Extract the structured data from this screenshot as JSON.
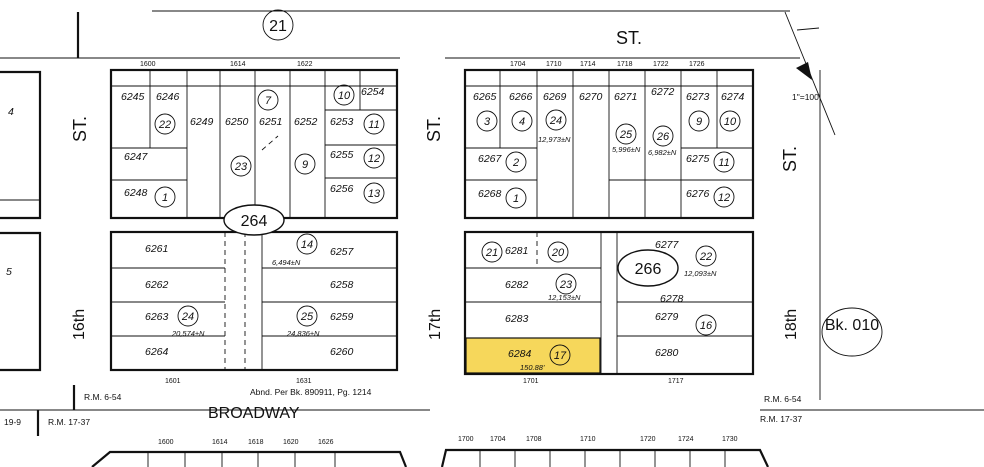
{
  "map": {
    "highlight_color": "#f6d75b",
    "page_number": "21",
    "book_ref": "Bk. 010",
    "scale": "1\"=100'",
    "blocks": [
      "264",
      "266"
    ],
    "streets": {
      "st_top": "ST.",
      "sixteenth": "16th",
      "seventeenth": "17th",
      "eighteenth": "18th",
      "st_left": "ST.",
      "st_mid": "ST.",
      "st_right": "ST.",
      "broadway": "BROADWAY"
    },
    "refs": {
      "rm_left_1": "R.M. 6-54",
      "rm_left_2": "R.M. 17-37",
      "rm_right_1": "R.M. 6-54",
      "rm_right_2": "R.M. 17-37",
      "rm_19_9": "19-9",
      "abnd": "Abnd. Per Bk. 890911, Pg. 1214"
    },
    "left_edge_parcels": [
      "4",
      "5"
    ],
    "highlighted_parcel": {
      "lot": "6284",
      "parcel": "17",
      "dim": "150.88'"
    },
    "block264": {
      "addr_top": [
        "1600",
        "1614",
        "1622"
      ],
      "addr_bottom": [
        "1601",
        "1631"
      ],
      "lots": [
        "6245",
        "6246",
        "6249",
        "6250",
        "6251",
        "6252",
        "6253",
        "6254",
        "6247",
        "6255",
        "6248",
        "6256",
        "6261",
        "6257",
        "6262",
        "6258",
        "6263",
        "6259",
        "6264",
        "6260"
      ],
      "parcels": [
        "22",
        "7",
        "10",
        "11",
        "23",
        "9",
        "12",
        "1",
        "13",
        "14",
        "24",
        "25"
      ],
      "areas": [
        "6,494±N",
        "20,574±N",
        "24,836±N"
      ]
    },
    "block266": {
      "addr_top": [
        "1704",
        "1710",
        "1714",
        "1718",
        "1722",
        "1726"
      ],
      "addr_bottom": [
        "1701",
        "1717"
      ],
      "lots": [
        "6265",
        "6266",
        "6269",
        "6270",
        "6271",
        "6272",
        "6273",
        "6274",
        "6267",
        "6275",
        "6268",
        "6276",
        "6277",
        "6281",
        "6282",
        "6278",
        "6283",
        "6279",
        "6280"
      ],
      "parcels": [
        "3",
        "4",
        "24",
        "25",
        "26",
        "9",
        "10",
        "2",
        "11",
        "1",
        "12",
        "21",
        "20",
        "22",
        "23",
        "16"
      ],
      "areas": [
        "12,973±N",
        "5,996±N",
        "6,982±N",
        "12,093±N",
        "12,153±N"
      ]
    },
    "bottom_addr_left": [
      "1600",
      "1614",
      "1618",
      "1620",
      "1626"
    ],
    "bottom_addr_right": [
      "1700",
      "1704",
      "1708",
      "1710",
      "1720",
      "1724",
      "1730"
    ]
  }
}
